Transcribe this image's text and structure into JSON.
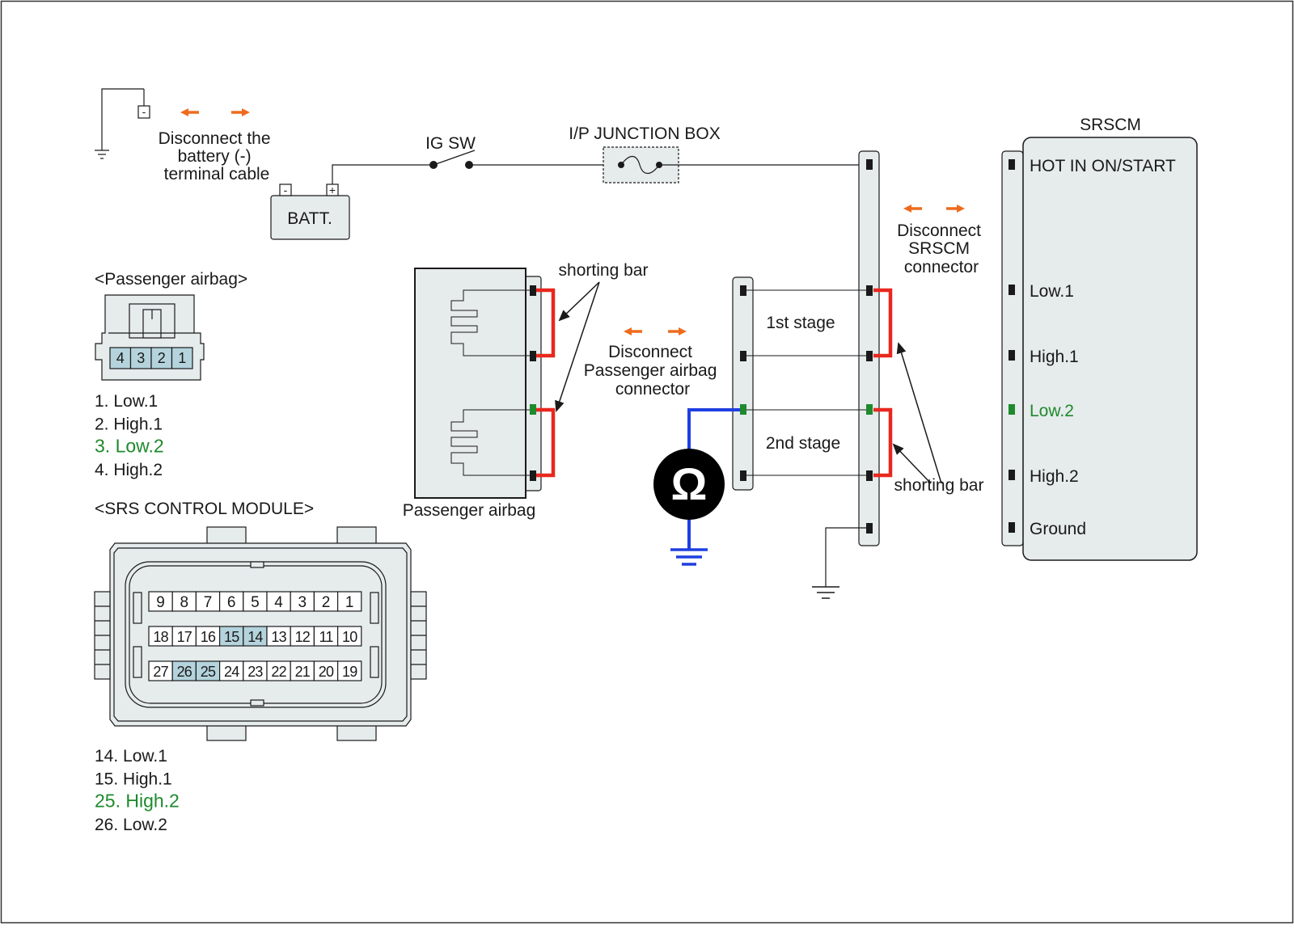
{
  "colors": {
    "orange": "#ee6b1e",
    "red": "#e8281e",
    "blue": "#1f3fe0",
    "green": "#1e8a2c",
    "connector_fill": "#e6ebec",
    "highlight_pin": "#b4d3dc",
    "black": "#1a1a1a"
  },
  "battery": {
    "label": "BATT.",
    "neg_symbol": "-",
    "pos_symbol": "+",
    "disconnect_text": [
      "Disconnect the",
      "battery (-)",
      "terminal cable"
    ]
  },
  "ig_sw": {
    "label": "IG SW"
  },
  "junction_box": {
    "label": "I/P JUNCTION BOX"
  },
  "srscm": {
    "title": "SRSCM",
    "pins": [
      {
        "label": "HOT IN ON/START",
        "color": "black"
      },
      {
        "label": "Low.1",
        "color": "black"
      },
      {
        "label": "High.1",
        "color": "black"
      },
      {
        "label": "Low.2",
        "color": "green"
      },
      {
        "label": "High.2",
        "color": "black"
      },
      {
        "label": "Ground",
        "color": "black"
      }
    ],
    "disconnect_text": [
      "Disconnect",
      "SRSCM",
      "connector"
    ]
  },
  "passenger_airbag": {
    "title": "<Passenger airbag>",
    "connector_pins": [
      "4",
      "3",
      "2",
      "1"
    ],
    "pin_list": [
      {
        "text": "1. Low.1",
        "color": "black"
      },
      {
        "text": "2. High.1",
        "color": "black"
      },
      {
        "text": "3. Low.2",
        "color": "green"
      },
      {
        "text": "4. High.2",
        "color": "black"
      }
    ],
    "component_label": "Passenger airbag",
    "disconnect_text": [
      "Disconnect",
      "Passenger airbag",
      "connector"
    ]
  },
  "shorting_bar_label": "shorting bar",
  "stages": [
    "1st stage",
    "2nd stage"
  ],
  "ohmmeter_symbol": "Ω",
  "srs_module": {
    "title": "<SRS CONTROL MODULE>",
    "rows": [
      [
        "9",
        "8",
        "7",
        "6",
        "5",
        "4",
        "3",
        "2",
        "1"
      ],
      [
        "18",
        "17",
        "16",
        "15",
        "14",
        "13",
        "12",
        "11",
        "10"
      ],
      [
        "27",
        "26",
        "25",
        "24",
        "23",
        "22",
        "21",
        "20",
        "19"
      ]
    ],
    "highlighted": [
      "15",
      "14",
      "26",
      "25"
    ],
    "pin_list": [
      {
        "text": "14. Low.1",
        "color": "black"
      },
      {
        "text": "15. High.1",
        "color": "black"
      },
      {
        "text": "25. High.2",
        "color": "green"
      },
      {
        "text": "26. Low.2",
        "color": "black"
      }
    ]
  }
}
